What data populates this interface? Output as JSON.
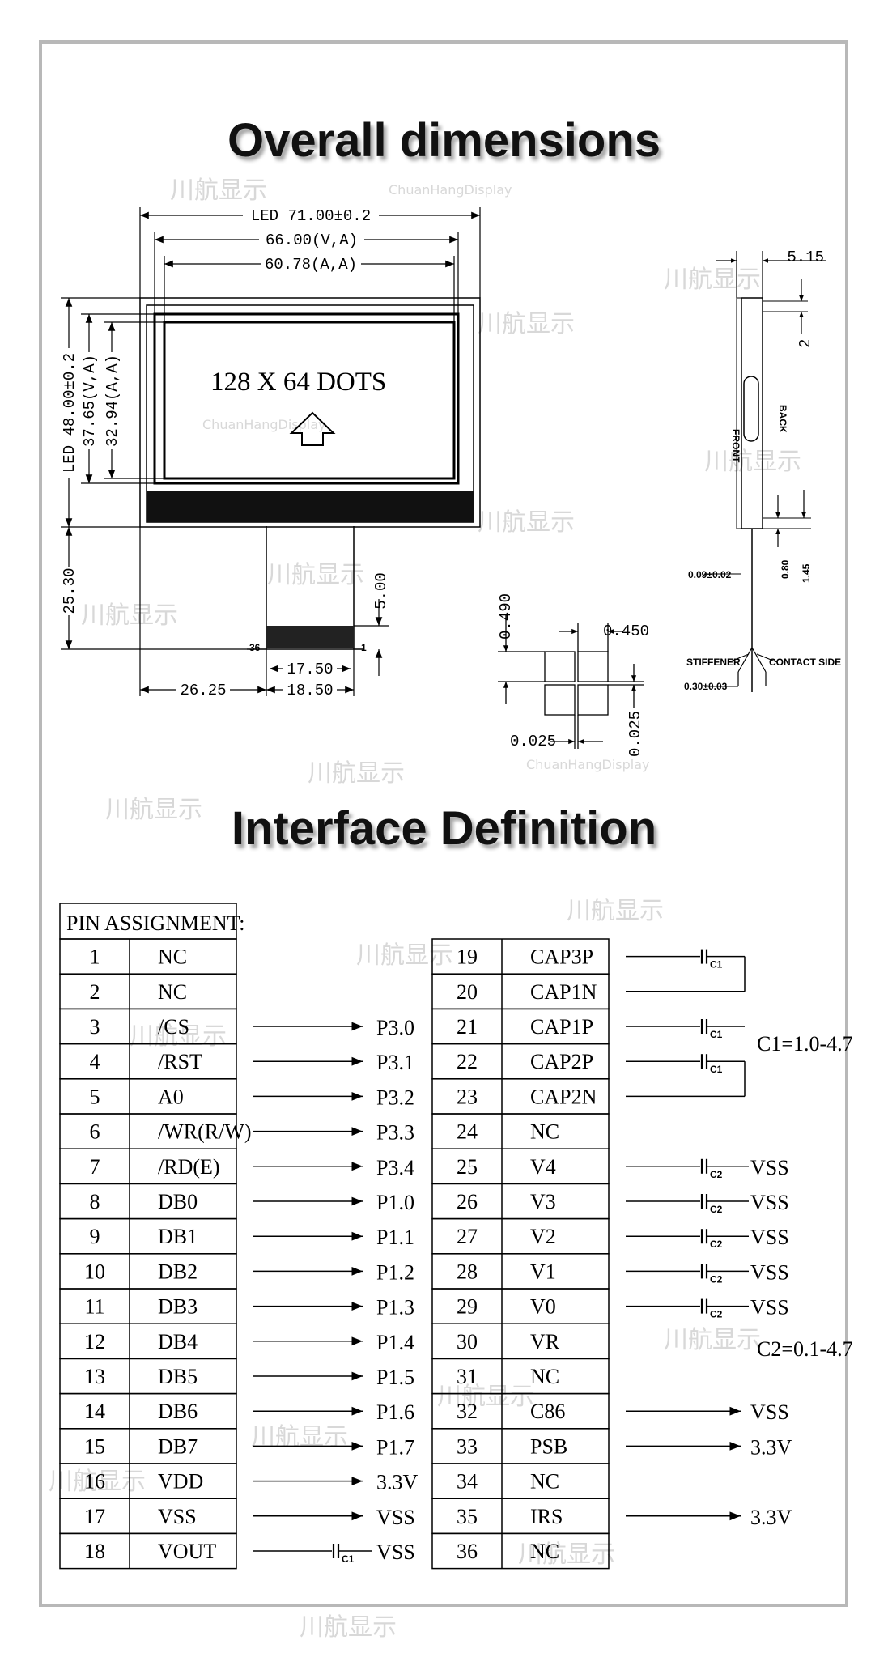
{
  "titles": {
    "overall": "Overall dimensions",
    "interface": "Interface Definition"
  },
  "watermark": {
    "cn": "川航显示",
    "en": "ChuanHangDisplay"
  },
  "dims": {
    "led_width": "LED 71.00±0.2",
    "va_width": "66.00(V,A)",
    "aa_width": "60.78(A,A)",
    "led_height": "LED 48.00±0.2",
    "va_height": "37.65(V,A)",
    "aa_height": "32.94(A,A)",
    "dots": "128 X 64 DOTS",
    "fpc_length": "25.30",
    "fpc_tail": "5.00",
    "fpc_inner": "17.50",
    "fpc_outer": "18.50",
    "fpc_offset": "26.25",
    "pin_first": "36",
    "pin_last": "1",
    "thickness": "5.15",
    "side_2": "2",
    "side_080": "0.80",
    "side_145": "1.45",
    "polarizer": "0.09±0.02",
    "bottom_tol": "0.30±0.03",
    "front": "FRONT",
    "back": "BACK",
    "stiffener": "STIFFENER",
    "contact_side": "CONTACT SIDE",
    "dot_h": "0.490",
    "dot_w": "0.450",
    "dot_gap_x": "0.025",
    "dot_gap_y": "0.025"
  },
  "pin_table": {
    "header": "PIN ASSIGNMENT:",
    "left": [
      {
        "num": "1",
        "name": "NC",
        "conn": ""
      },
      {
        "num": "2",
        "name": "NC",
        "conn": ""
      },
      {
        "num": "3",
        "name": "/CS",
        "conn": "P3.0"
      },
      {
        "num": "4",
        "name": "/RST",
        "conn": "P3.1"
      },
      {
        "num": "5",
        "name": "A0",
        "conn": "P3.2"
      },
      {
        "num": "6",
        "name": "/WR(R/W)",
        "conn": "P3.3"
      },
      {
        "num": "7",
        "name": "/RD(E)",
        "conn": "P3.4"
      },
      {
        "num": "8",
        "name": "DB0",
        "conn": "P1.0"
      },
      {
        "num": "9",
        "name": "DB1",
        "conn": "P1.1"
      },
      {
        "num": "10",
        "name": "DB2",
        "conn": "P1.2"
      },
      {
        "num": "11",
        "name": "DB3",
        "conn": "P1.3"
      },
      {
        "num": "12",
        "name": "DB4",
        "conn": "P1.4"
      },
      {
        "num": "13",
        "name": "DB5",
        "conn": "P1.5"
      },
      {
        "num": "14",
        "name": "DB6",
        "conn": "P1.6"
      },
      {
        "num": "15",
        "name": "DB7",
        "conn": "P1.7"
      },
      {
        "num": "16",
        "name": "VDD",
        "conn": "3.3V"
      },
      {
        "num": "17",
        "name": "VSS",
        "conn": "VSS"
      },
      {
        "num": "18",
        "name": "VOUT",
        "conn": "VSS",
        "cap": "C1"
      }
    ],
    "right": [
      {
        "num": "19",
        "name": "CAP3P",
        "cap": "C1",
        "conn": ""
      },
      {
        "num": "20",
        "name": "CAP1N",
        "conn": ""
      },
      {
        "num": "21",
        "name": "CAP1P",
        "cap": "C1",
        "conn": ""
      },
      {
        "num": "22",
        "name": "CAP2P",
        "cap": "C1",
        "conn": ""
      },
      {
        "num": "23",
        "name": "CAP2N",
        "conn": ""
      },
      {
        "num": "24",
        "name": "NC",
        "conn": ""
      },
      {
        "num": "25",
        "name": "V4",
        "cap": "C2",
        "conn": "VSS"
      },
      {
        "num": "26",
        "name": "V3",
        "cap": "C2",
        "conn": "VSS"
      },
      {
        "num": "27",
        "name": "V2",
        "cap": "C2",
        "conn": "VSS"
      },
      {
        "num": "28",
        "name": "V1",
        "cap": "C2",
        "conn": "VSS"
      },
      {
        "num": "29",
        "name": "V0",
        "cap": "C2",
        "conn": "VSS"
      },
      {
        "num": "30",
        "name": "VR",
        "conn": ""
      },
      {
        "num": "31",
        "name": "NC",
        "conn": ""
      },
      {
        "num": "32",
        "name": "C86",
        "conn": "VSS"
      },
      {
        "num": "33",
        "name": "PSB",
        "conn": "3.3V"
      },
      {
        "num": "34",
        "name": "NC",
        "conn": ""
      },
      {
        "num": "35",
        "name": "IRS",
        "conn": "3.3V"
      },
      {
        "num": "36",
        "name": "NC",
        "conn": ""
      }
    ],
    "notes": {
      "c1": "C1=1.0-4.7",
      "c2": "C2=0.1-4.7"
    }
  }
}
